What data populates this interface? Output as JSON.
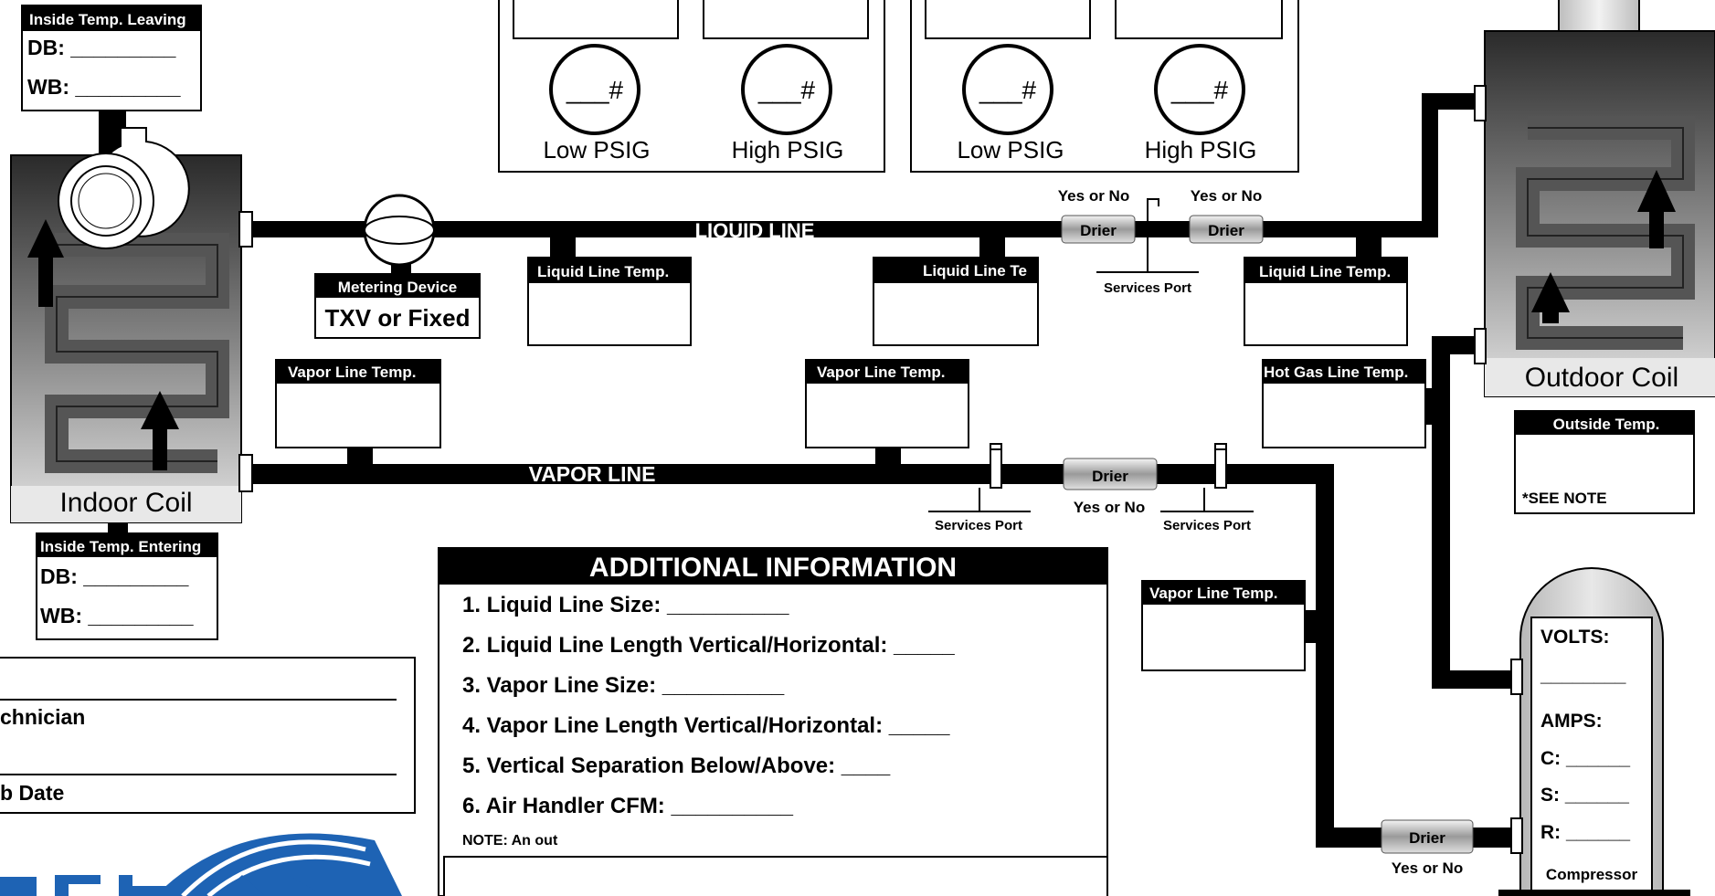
{
  "indoor": {
    "leaving": {
      "header": "Inside Temp. Leaving",
      "db": "DB: _________",
      "wb": "WB: _________"
    },
    "entering": {
      "header": "Inside Temp. Entering",
      "db": "DB: _________",
      "wb": "WB: _________"
    },
    "coil_label": "Indoor Coil"
  },
  "gauges": [
    {
      "symbol": "___#",
      "label": "Low PSIG"
    },
    {
      "symbol": "___#",
      "label": "High PSIG"
    },
    {
      "symbol": "___#",
      "label": "Low PSIG"
    },
    {
      "symbol": "___#",
      "label": "High PSIG"
    }
  ],
  "metering": {
    "header": "Metering Device",
    "value": "TXV or Fixed"
  },
  "lines": {
    "liquid": "LIQUID LINE",
    "vapor": "VAPOR LINE"
  },
  "temp_boxes": {
    "liquid_1": "Liquid Line Temp.",
    "liquid_2": "Liquid Line Te",
    "liquid_3": "Liquid Line Temp.",
    "vapor_1": "Vapor Line Temp.",
    "vapor_2": "Vapor Line Temp.",
    "vapor_3": "Vapor Line Temp.",
    "hot_gas": "Hot Gas Line Temp."
  },
  "driers": {
    "label": "Drier",
    "yes_no": "Yes or No"
  },
  "service_port": "Services Port",
  "outdoor": {
    "coil_label": "Outdoor Coil",
    "outside_temp": "Outside Temp.",
    "see_note": "*SEE NOTE"
  },
  "compressor": {
    "volts": "VOLTS:",
    "volts_blank": "________",
    "amps": "AMPS:",
    "c": "C: ______",
    "s": "S: ______",
    "r": "R: ______",
    "label": "Compressor"
  },
  "additional": {
    "title": "ADDITIONAL INFORMATION",
    "items": [
      "1. Liquid Line Size: __________",
      "2. Liquid Line Length Vertical/Horizontal: _____",
      "3. Vapor Line Size: __________",
      "4. Vapor Line Length  Vertical/Horizontal: _____",
      "5. Vertical Separation Below/Above: ____",
      "6. Air Handler CFM: __________"
    ],
    "note": "NOTE: An out"
  },
  "tech_box": {
    "technician": "chnician",
    "date": "b Date"
  },
  "colors": {
    "black": "#000000",
    "coil_dark": "#3a3a3a",
    "coil_light": "#d8d8d8",
    "logo_blue": "#1e63b4"
  }
}
